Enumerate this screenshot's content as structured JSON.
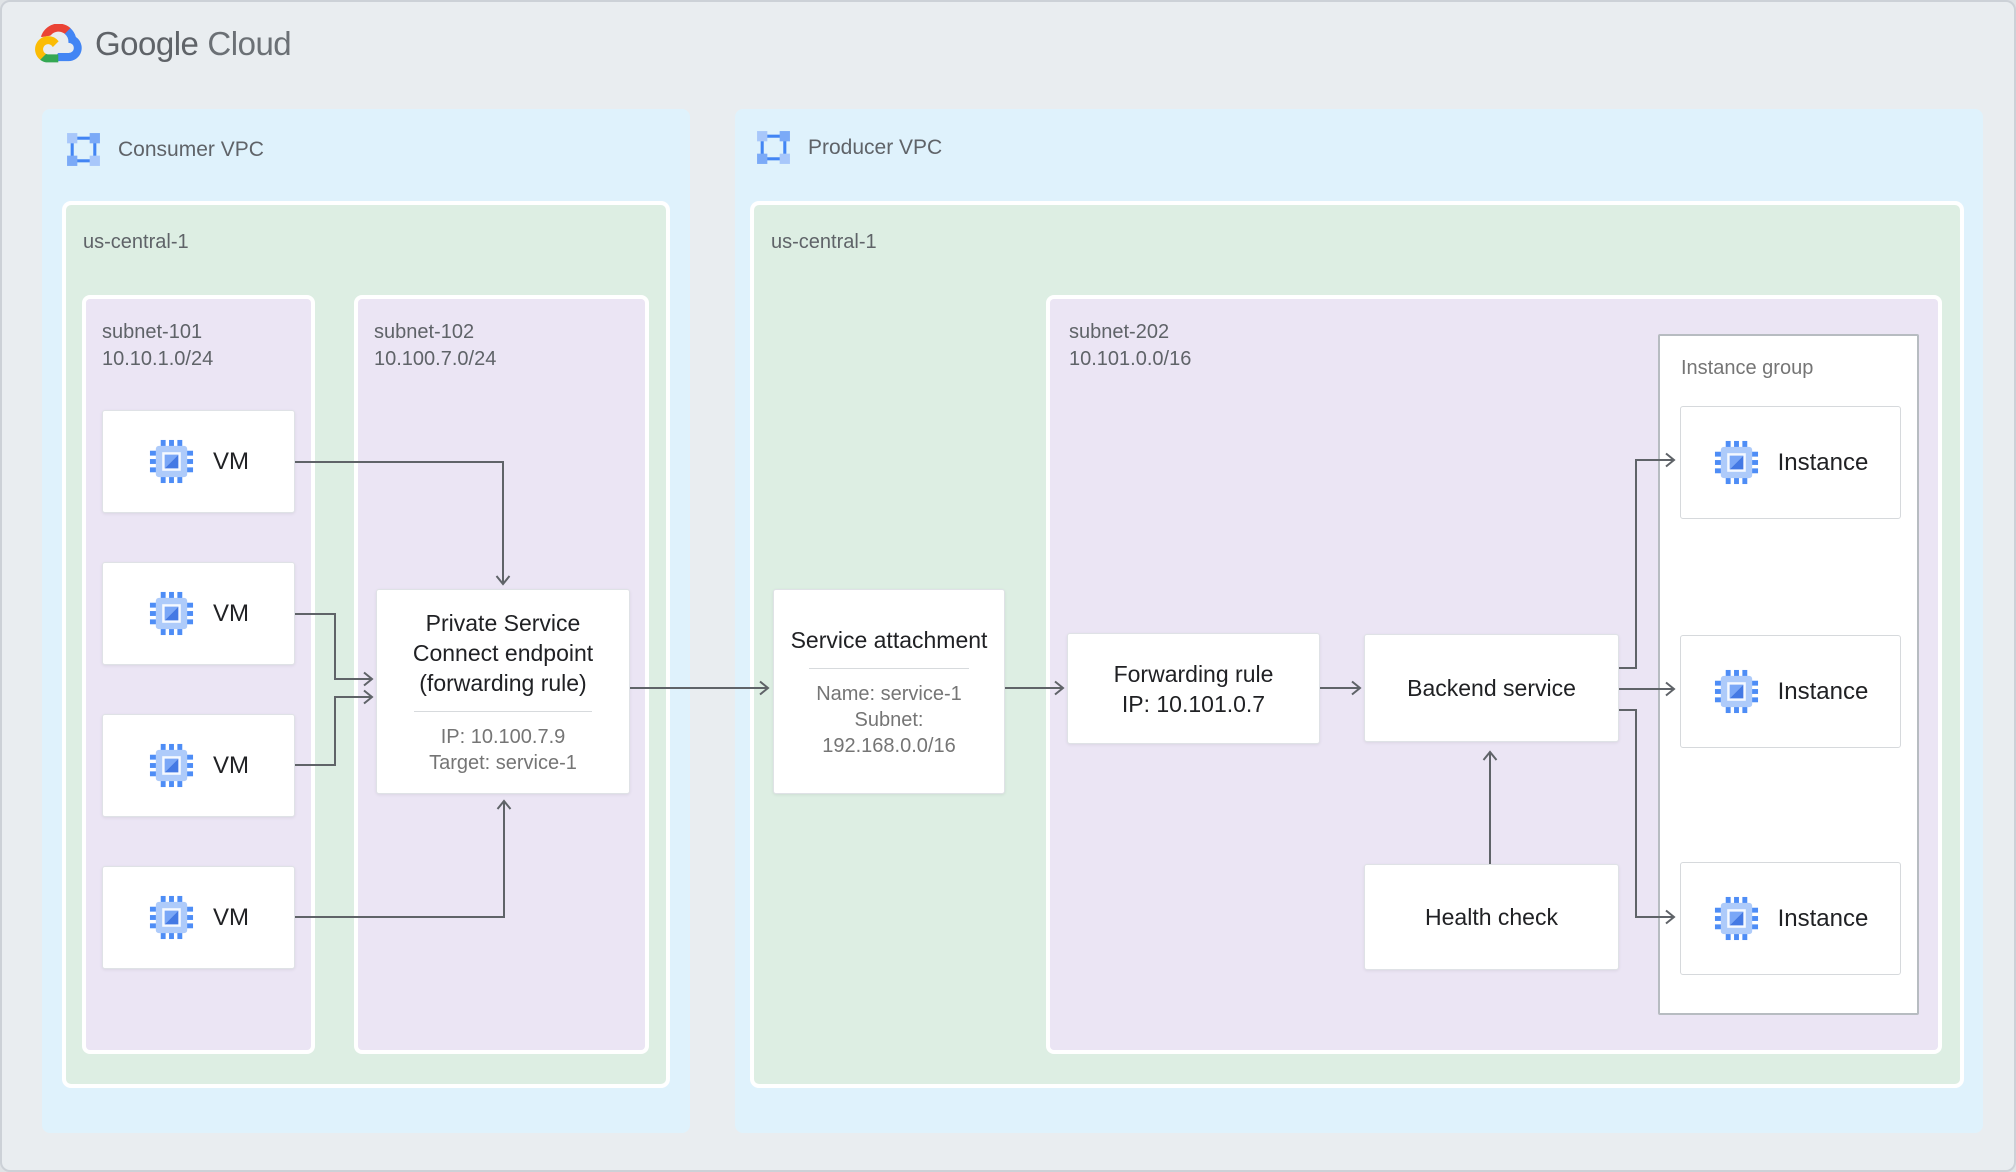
{
  "brand": {
    "google": "Google",
    "cloud": "Cloud"
  },
  "colors": {
    "page_bg": "#e9edf0",
    "frame_border": "#ccd1d7",
    "vpc_bg": "#dff2fc",
    "region_bg": "#ddeee3",
    "subnet_bg": "#ebe5f4",
    "node_bg": "#ffffff",
    "node_border": "#dfe2e6",
    "group_border": "#b7bcc1",
    "divider": "#d7dadd",
    "line": "#5f6368",
    "text_dark": "#202124",
    "text_grey": "#757575",
    "text_label": "#5f6368",
    "blue": "#4285f4",
    "blue_light": "#aecbfa"
  },
  "consumer_vpc": {
    "label": "Consumer VPC",
    "region": {
      "label": "us-central-1",
      "subnet101": {
        "name": "subnet-101",
        "cidr": "10.10.1.0/24",
        "vms": [
          {
            "label": "VM"
          },
          {
            "label": "VM"
          },
          {
            "label": "VM"
          },
          {
            "label": "VM"
          }
        ]
      },
      "subnet102": {
        "name": "subnet-102",
        "cidr": "10.100.7.0/24",
        "psc_endpoint": {
          "title": "Private Service Connect endpoint (forwarding rule)",
          "ip": "IP: 10.100.7.9",
          "target": "Target: service-1"
        }
      }
    }
  },
  "producer_vpc": {
    "label": "Producer VPC",
    "region": {
      "label": "us-central-1",
      "service_attachment": {
        "title": "Service attachment",
        "name": "Name: service-1",
        "subnet_word": "Subnet:",
        "subnet_cidr": "192.168.0.0/16"
      },
      "subnet202": {
        "name": "subnet-202",
        "cidr": "10.101.0.0/16",
        "forwarding_rule": {
          "title": "Forwarding rule",
          "ip": "IP: 10.101.0.7"
        },
        "backend_service": {
          "title": "Backend service"
        },
        "health_check": {
          "title": "Health check"
        },
        "instance_group": {
          "label": "Instance group",
          "instances": [
            {
              "label": "Instance"
            },
            {
              "label": "Instance"
            },
            {
              "label": "Instance"
            }
          ]
        }
      }
    }
  }
}
